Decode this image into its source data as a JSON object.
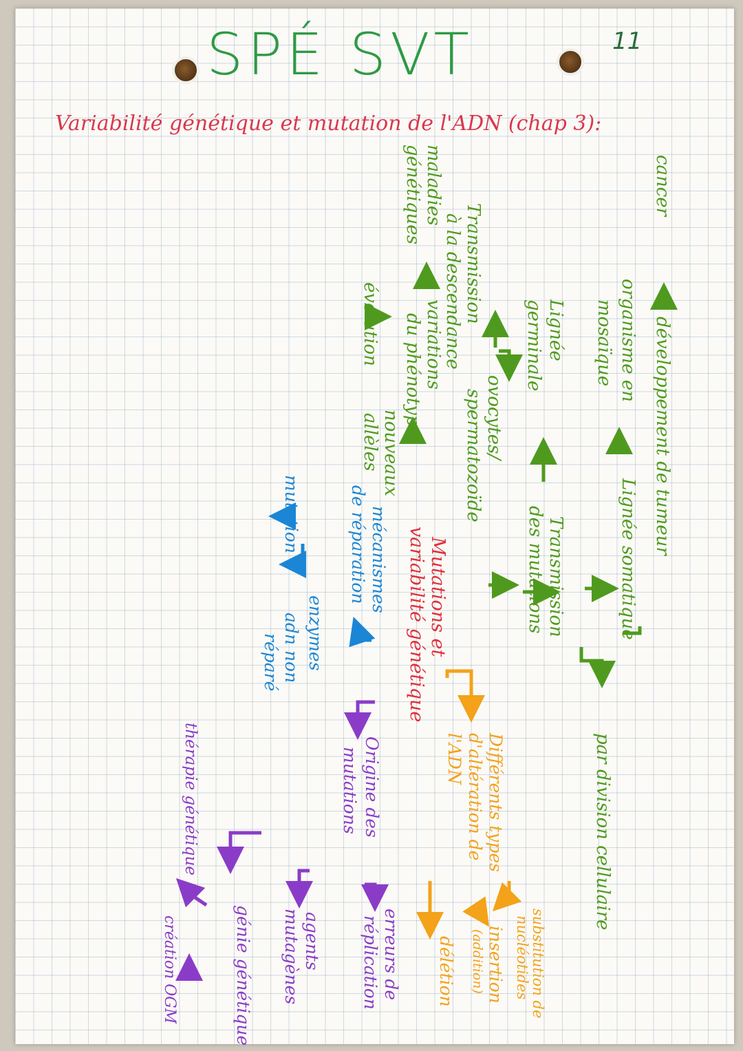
{
  "title": "SPÉ SVT",
  "page_number": "11",
  "subtitle": "Variabilité génétique et mutation de l'ADN (chap 3):",
  "colors": {
    "title": "#2e9a45",
    "subtitle": "#d9384d",
    "green": "#4f9a1e",
    "red": "#e0303a",
    "blue": "#1b86d6",
    "purple": "#8a3cc8",
    "orange": "#f3a21a"
  },
  "center": [
    "Mutations et",
    "variabilité génétique"
  ],
  "green_branch": {
    "cancer": "cancer",
    "tumor": "développement de tumeur",
    "mosaic": [
      "organisme en",
      "mosaïque"
    ],
    "somatic": "Lignée somatique",
    "cell_division": "par division cellulaire",
    "transmission": [
      "Transmission",
      "des mutations"
    ],
    "germinal": [
      "Lignée",
      "germinale"
    ],
    "gametes": [
      "ovocytes/",
      "spermatozoïde"
    ],
    "transmission_desc": [
      "Transmission",
      "à la descendance"
    ],
    "diseases": [
      "maladies",
      "génétiques"
    ],
    "variations": [
      "variations",
      "du phénotype"
    ],
    "alleles": [
      "nouveaux",
      "allèles"
    ],
    "evolution": "évolution"
  },
  "blue_branch": {
    "repair": [
      "mécanismes",
      "de réparation"
    ],
    "enzymes": "enzymes",
    "mutation": "mutation",
    "dna_unrepaired": [
      "adn non",
      "réparé"
    ]
  },
  "orange_branch": {
    "types": [
      "Différents types",
      "d'altération de",
      "l'ADN"
    ],
    "substitution": [
      "substitution de",
      "nucléotides"
    ],
    "insertion": [
      "insertion",
      "(addition)"
    ],
    "deletion": "délétion"
  },
  "purple_branch": {
    "origin": [
      "Origine des",
      "mutations"
    ],
    "replication_errors": [
      "erreurs de",
      "réplication"
    ],
    "mutagens": [
      "agents",
      "mutagènes"
    ],
    "genetic_engineering": "génie génétique",
    "gmo": "création OGM",
    "gene_therapy": "thérapie génétique"
  }
}
